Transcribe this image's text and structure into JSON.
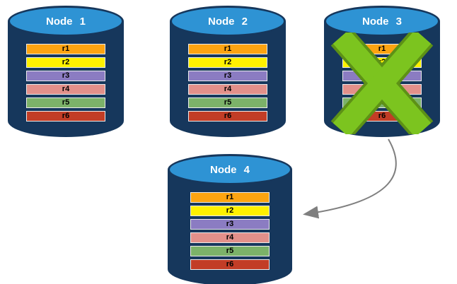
{
  "nodes": [
    {
      "label": "Node 1",
      "crossed_out": false
    },
    {
      "label": "Node 2",
      "crossed_out": false
    },
    {
      "label": "Node 3",
      "crossed_out": true
    },
    {
      "label": "Node 4",
      "crossed_out": false
    }
  ],
  "rows": [
    {
      "label": "r1",
      "color": "#FCA411"
    },
    {
      "label": "r2",
      "color": "#FFF100"
    },
    {
      "label": "r3",
      "color": "#8B7CC2"
    },
    {
      "label": "r4",
      "color": "#E2908A"
    },
    {
      "label": "r5",
      "color": "#7CB269"
    },
    {
      "label": "r6",
      "color": "#C23D26"
    }
  ],
  "connector": {
    "from": "Node 3",
    "to": "Node 4"
  },
  "colors": {
    "cylinder_body": "#16375C",
    "cylinder_top": "#2E93D4",
    "node_label_text": "#FFFFFF",
    "row_text": "#000000",
    "cross_green": "#7CC41F",
    "cross_green_dark": "#5D9116",
    "arrow_gray": "#7F7F7F"
  }
}
